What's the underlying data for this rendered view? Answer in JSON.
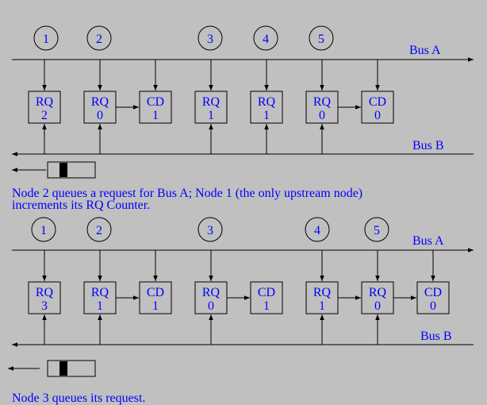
{
  "colors": {
    "background": "#c0c0c0",
    "text": "#0000ff",
    "line": "#000000"
  },
  "panels": [
    {
      "bus_a_label": "Bus A",
      "bus_b_label": "Bus B",
      "nodes": [
        "1",
        "2",
        "3",
        "4",
        "5"
      ],
      "counters": [
        {
          "kind": "RQ",
          "value": "2"
        },
        {
          "kind": "RQ",
          "value": "0"
        },
        {
          "kind": "CD",
          "value": "1"
        },
        {
          "kind": "RQ",
          "value": "1"
        },
        {
          "kind": "RQ",
          "value": "1"
        },
        {
          "kind": "RQ",
          "value": "0"
        },
        {
          "kind": "CD",
          "value": "0"
        }
      ],
      "caption_lines": [
        "Node 2 queues a request for Bus A; Node 1 (the only upstream node)",
        "increments its RQ Counter."
      ]
    },
    {
      "bus_a_label": "Bus A",
      "bus_b_label": "Bus B",
      "nodes": [
        "1",
        "2",
        "3",
        "4",
        "5"
      ],
      "counters": [
        {
          "kind": "RQ",
          "value": "3"
        },
        {
          "kind": "RQ",
          "value": "1"
        },
        {
          "kind": "CD",
          "value": "1"
        },
        {
          "kind": "RQ",
          "value": "0"
        },
        {
          "kind": "CD",
          "value": "1"
        },
        {
          "kind": "RQ",
          "value": "1"
        },
        {
          "kind": "RQ",
          "value": "0"
        },
        {
          "kind": "CD",
          "value": "0"
        }
      ],
      "caption_lines": [
        "Node 3 queues its request."
      ]
    }
  ]
}
